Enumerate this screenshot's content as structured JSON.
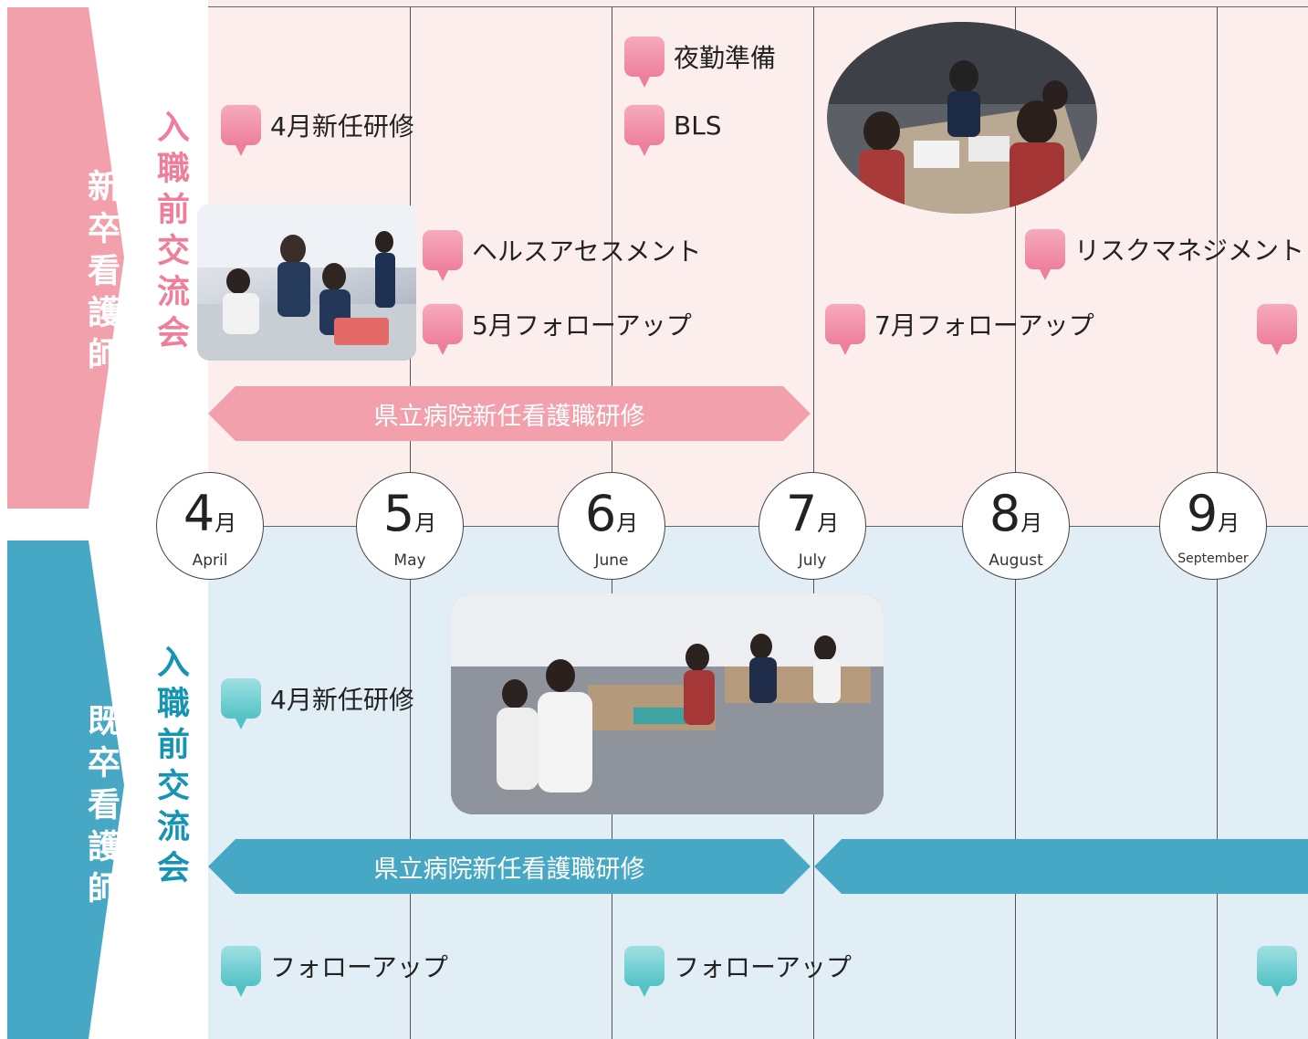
{
  "colors": {
    "pink": "#f3a0ad",
    "pink_text": "#ef7e9b",
    "teal": "#46a8c5",
    "teal_text": "#1594b4"
  },
  "sections": {
    "new_grad": {
      "label": "新卒看護師",
      "sub_label": "入職前交流会"
    },
    "experienced": {
      "label": "既卒看護師",
      "sub_label": "入職前交流会"
    }
  },
  "months": [
    {
      "num": "4",
      "unit": "月",
      "en": "April"
    },
    {
      "num": "5",
      "unit": "月",
      "en": "May"
    },
    {
      "num": "6",
      "unit": "月",
      "en": "June"
    },
    {
      "num": "7",
      "unit": "月",
      "en": "July"
    },
    {
      "num": "8",
      "unit": "月",
      "en": "August"
    },
    {
      "num": "9",
      "unit": "月",
      "en": "September"
    }
  ],
  "events_new": [
    {
      "label": "4月新任研修",
      "icon": "speech-bubble-pink"
    },
    {
      "label": "夜勤準備",
      "icon": "speech-bubble-pink"
    },
    {
      "label": "BLS",
      "icon": "speech-bubble-pink"
    },
    {
      "label": "ヘルスアセスメント",
      "icon": "speech-bubble-pink"
    },
    {
      "label": "5月フォローアップ",
      "icon": "speech-bubble-pink"
    },
    {
      "label": "7月フォローアップ",
      "icon": "speech-bubble-pink"
    },
    {
      "label": "リスクマネジメント",
      "icon": "speech-bubble-pink"
    },
    {
      "label": "",
      "icon": "speech-bubble-pink"
    }
  ],
  "events_exp": [
    {
      "label": "4月新任研修",
      "icon": "speech-bubble-teal"
    },
    {
      "label": "フォローアップ",
      "icon": "speech-bubble-teal"
    },
    {
      "label": "フォローアップ",
      "icon": "speech-bubble-teal"
    },
    {
      "label": "",
      "icon": "speech-bubble-teal"
    }
  ],
  "bands": {
    "new_training": "県立病院新任看護職研修",
    "exp_training": "県立病院新任看護職研修"
  }
}
